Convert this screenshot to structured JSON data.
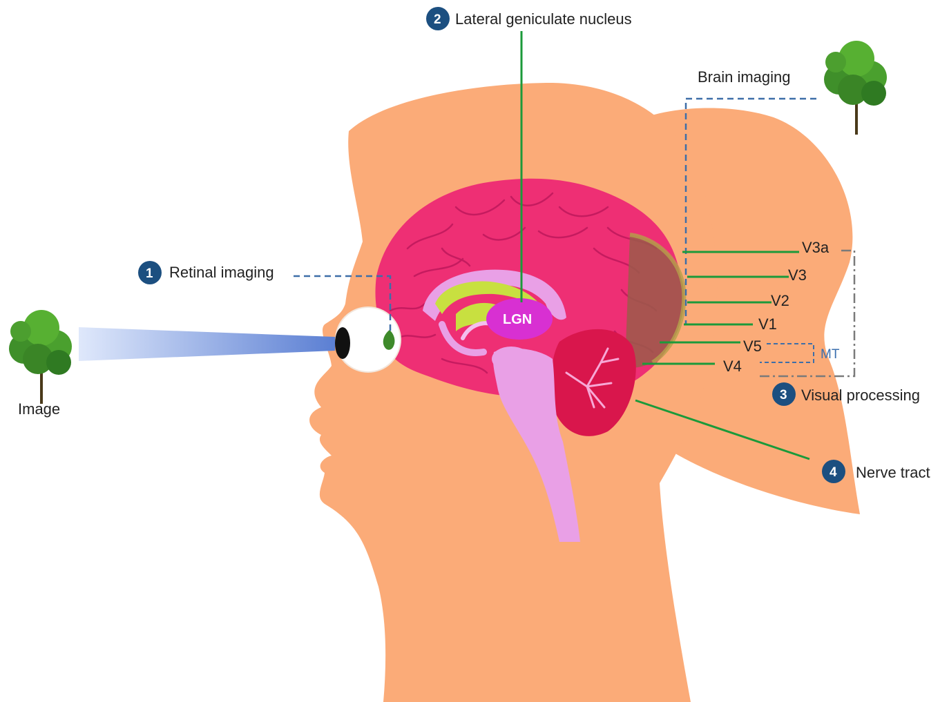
{
  "labels": {
    "lateral_geniculate_nucleus": "Lateral geniculate nucleus",
    "brain_imaging": "Brain imaging",
    "retinal_imaging": "Retinal imaging",
    "image": "Image",
    "visual_processing": "Visual processing",
    "nerve_tract": "Nerve tract",
    "lgn": "LGN",
    "mt": "MT"
  },
  "steps": [
    "1",
    "2",
    "3",
    "4"
  ],
  "visual_areas": [
    "V3a",
    "V3",
    "V2",
    "V1",
    "V5",
    "V4"
  ],
  "colors": {
    "head": "#fbab78",
    "brain": "#ee2f74",
    "brain_dark": "#c8175a",
    "cerebellum": "#d9164c",
    "brainstem": "#e9a0e6",
    "badge": "#1c4f80",
    "callout_green": "#1b9a3a",
    "dashed_blue": "#3d6ea8",
    "bracket_gray": "#7a7a7a"
  }
}
